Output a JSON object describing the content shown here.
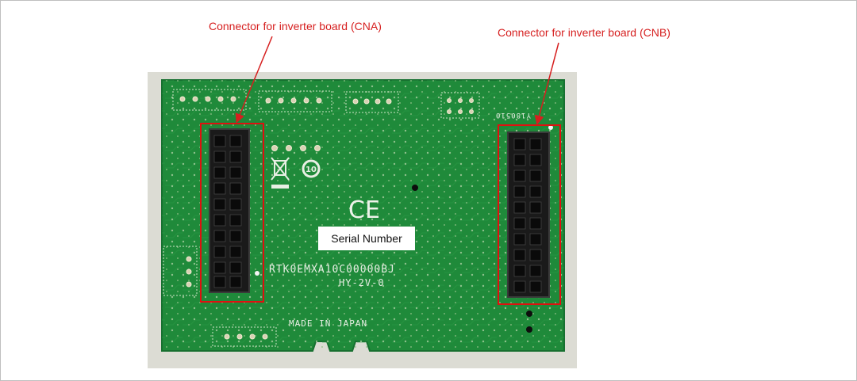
{
  "figure": {
    "callouts": {
      "cna": "Connector for inverter board (CNA)",
      "cnb": "Connector for inverter board (CNB)"
    },
    "serial_label": "Serial Number",
    "silkscreen": {
      "part_number": "RTK0EMXA10C00000BJ",
      "revision": "HY-2V-0",
      "origin": "MADE IN JAPAN",
      "code": "Y180510",
      "ce_mark": "CE"
    },
    "colors": {
      "highlight": "#e01010",
      "callout_text": "#d61f1f",
      "pcb_green": "#1f8a3a"
    }
  }
}
